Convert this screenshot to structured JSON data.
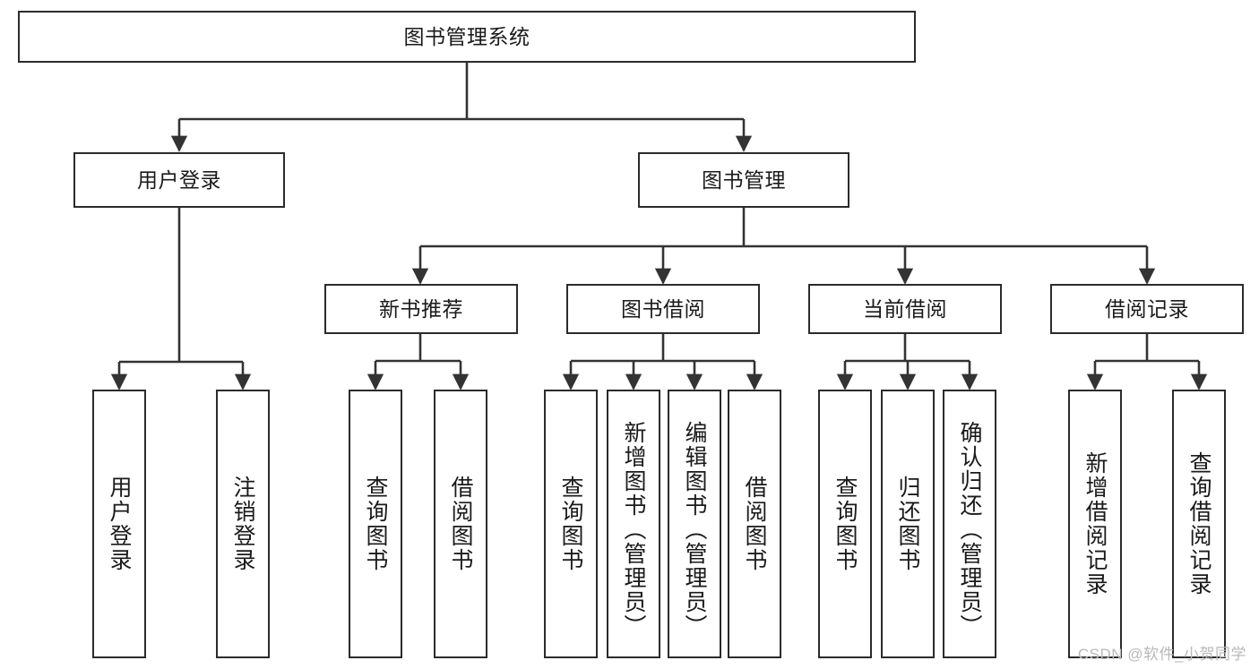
{
  "diagram": {
    "kind": "hierarchy-tree",
    "title": "图书管理系统",
    "colors": {
      "box_border": "#2b2b2b",
      "box_fill": "#ffffff",
      "connector": "#333333",
      "text": "#1a1a1a",
      "watermark": "#b9b9b9",
      "background": "#ffffff"
    },
    "root": {
      "label": "图书管理系统"
    },
    "level2": [
      {
        "label": "用户登录"
      },
      {
        "label": "图书管理"
      }
    ],
    "level3": [
      {
        "label": "新书推荐"
      },
      {
        "label": "图书借阅"
      },
      {
        "label": "当前借阅"
      },
      {
        "label": "借阅记录"
      }
    ],
    "leaves": {
      "user_login": [
        {
          "label": "用户登录"
        },
        {
          "label": "注销登录"
        }
      ],
      "new_book_recommend": [
        {
          "label": "查询图书"
        },
        {
          "label": "借阅图书"
        }
      ],
      "book_borrow": [
        {
          "label": "查询图书"
        },
        {
          "label": "新增图书（管理员）"
        },
        {
          "label": "编辑图书（管理员）"
        },
        {
          "label": "借阅图书"
        }
      ],
      "current_borrow": [
        {
          "label": "查询图书"
        },
        {
          "label": "归还图书"
        },
        {
          "label": "确认归还（管理员）"
        }
      ],
      "borrow_record": [
        {
          "label": "新增借阅记录"
        },
        {
          "label": "查询借阅记录"
        }
      ]
    }
  },
  "watermark": {
    "text": "CSDN @软件_小贺同学"
  }
}
